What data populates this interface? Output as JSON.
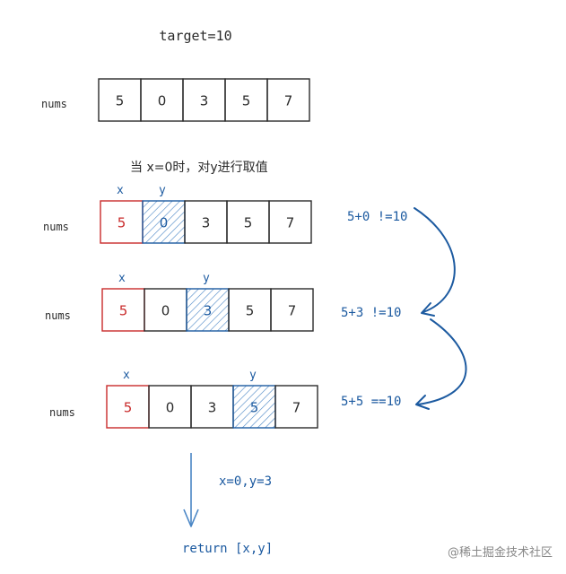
{
  "title": "target=10",
  "caption": "当 x=0时，对y进行取值",
  "nums_label": "nums",
  "nums": [
    "5",
    "0",
    "3",
    "5",
    "7"
  ],
  "x_label": "x",
  "y_label": "y",
  "steps": [
    {
      "x_index": 0,
      "y_index": 1,
      "equation": "5+0 !=10"
    },
    {
      "x_index": 0,
      "y_index": 2,
      "equation": "5+3 !=10"
    },
    {
      "x_index": 0,
      "y_index": 3,
      "equation": "5+5 ==10"
    }
  ],
  "result_note": "x=0,y=3",
  "return_text": "return [x,y]",
  "watermark": "@稀土掘金技术社区",
  "colors": {
    "ink": "#2b2b2b",
    "red": "#c92a2a",
    "blue": "#1c5aa0",
    "hatch": "#4a86c5",
    "gray": "#888888"
  }
}
